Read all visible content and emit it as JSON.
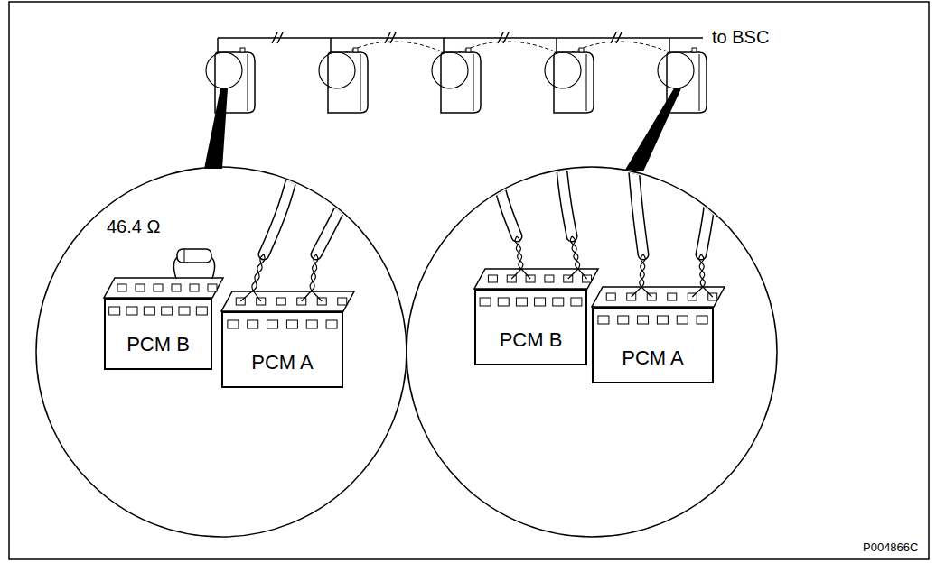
{
  "diagram": {
    "nodes": [
      {
        "text": [
          "PCM B"
        ]
      },
      {
        "text": [
          "PCM A"
        ]
      },
      {
        "text": [
          "PCM B"
        ]
      },
      {
        "text": [
          "PCM A"
        ]
      }
    ],
    "labels": [
      "to BSC",
      "46.4 Ω",
      "P004866C"
    ]
  }
}
